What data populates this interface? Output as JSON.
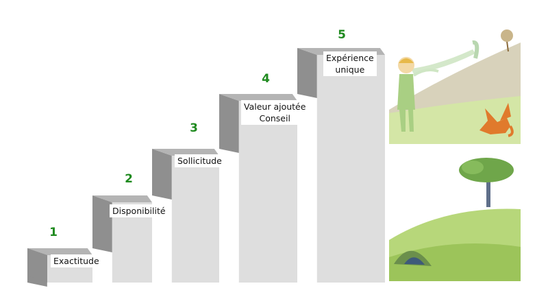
{
  "colors": {
    "number": "#1f8a1f",
    "step_face": "#dedede",
    "step_top": "#b4b4b4",
    "step_side": "#8f8f8f",
    "label_bg": "#ffffff",
    "grass": "#b7d77a",
    "hill": "#c9c0a2",
    "tree_leaf": "#6fa64a",
    "fox": "#e07a2c"
  },
  "steps": [
    {
      "number": "1",
      "label": "Exactitude"
    },
    {
      "number": "2",
      "label": "Disponibilité"
    },
    {
      "number": "3",
      "label": "Sollicitude"
    },
    {
      "number": "4",
      "label_line1": "Valeur ajoutée",
      "label_line2": "Conseil"
    },
    {
      "number": "5",
      "label_line1": "Expérience",
      "label_line2": "unique"
    }
  ],
  "illustrations": [
    {
      "icon": "little-prince-with-fox-icon"
    },
    {
      "icon": "tree-on-hill-icon"
    }
  ]
}
